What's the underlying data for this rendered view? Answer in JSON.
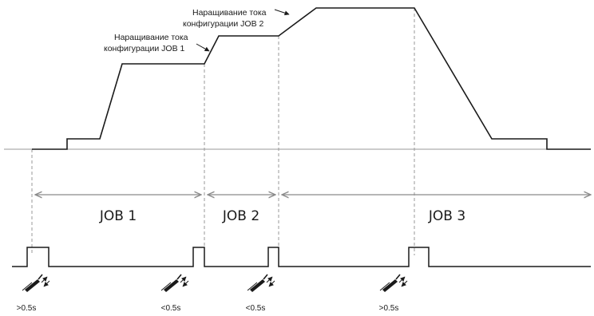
{
  "annotations": {
    "ramp_job1_line1": "Наращивание тока",
    "ramp_job1_line2": "конфигурации JOB 1",
    "ramp_job2_line1": "Наращивание тока",
    "ramp_job2_line2": "конфигурации JOB 2"
  },
  "jobs": [
    {
      "label": "JOB 1"
    },
    {
      "label": "JOB 2"
    },
    {
      "label": "JOB 3"
    }
  ],
  "trigger_timings": [
    ">0.5s",
    "<0.5s",
    "<0.5s",
    ">0.5s"
  ],
  "icons": [
    "welding-torch-icon"
  ],
  "colors": {
    "line": "#1a1a1a",
    "baseline": "#9a9a9a",
    "arrows": "#8a8a8a",
    "dashed_guides": "#9a9a9a"
  }
}
